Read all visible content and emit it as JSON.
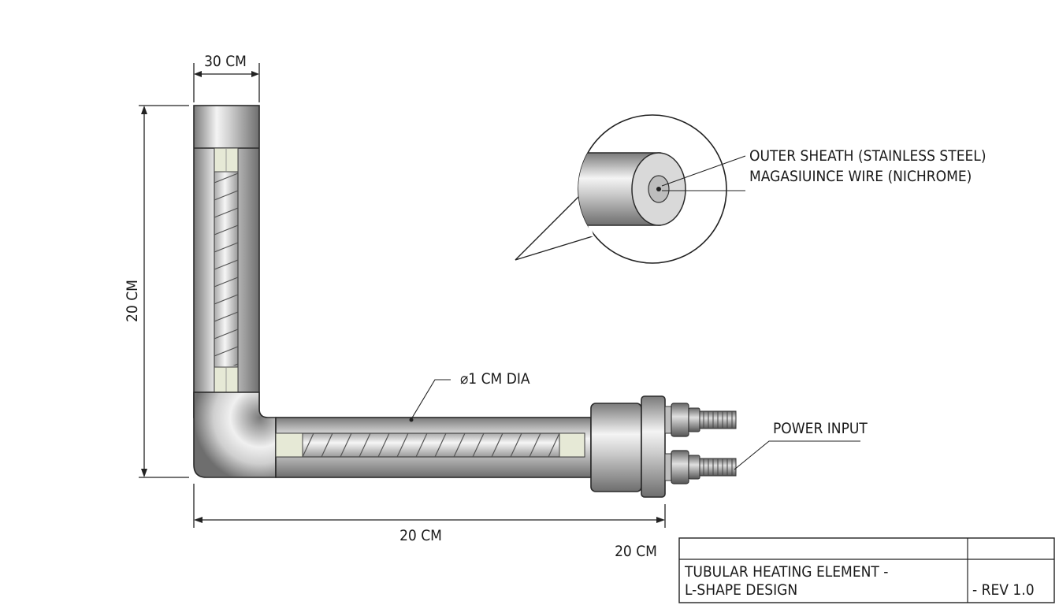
{
  "drawing": {
    "dimensions": {
      "top_width": "30 CM",
      "vertical_height": "20 CM",
      "horizontal_length": "20 CM",
      "extra_length": "20 CM"
    },
    "callouts": {
      "diameter": "⌀1 CM DIA",
      "outer_sheath": "OUTER SHEATH (STAINLESS STEEL)",
      "inner_wire": "MAGASIUINCE WIRE (NICHROME)",
      "power_input": "POWER INPUT"
    },
    "title_block": {
      "title_line1": "TUBULAR HEATING ELEMENT -",
      "title_line2": "L-SHAPE DESIGN",
      "revision": "- REV 1.0"
    }
  },
  "colors": {
    "metal_dark": "#7d7d7d",
    "metal_light": "#f2f2f2",
    "insulator": "#e8ead8",
    "line": "#222222"
  }
}
